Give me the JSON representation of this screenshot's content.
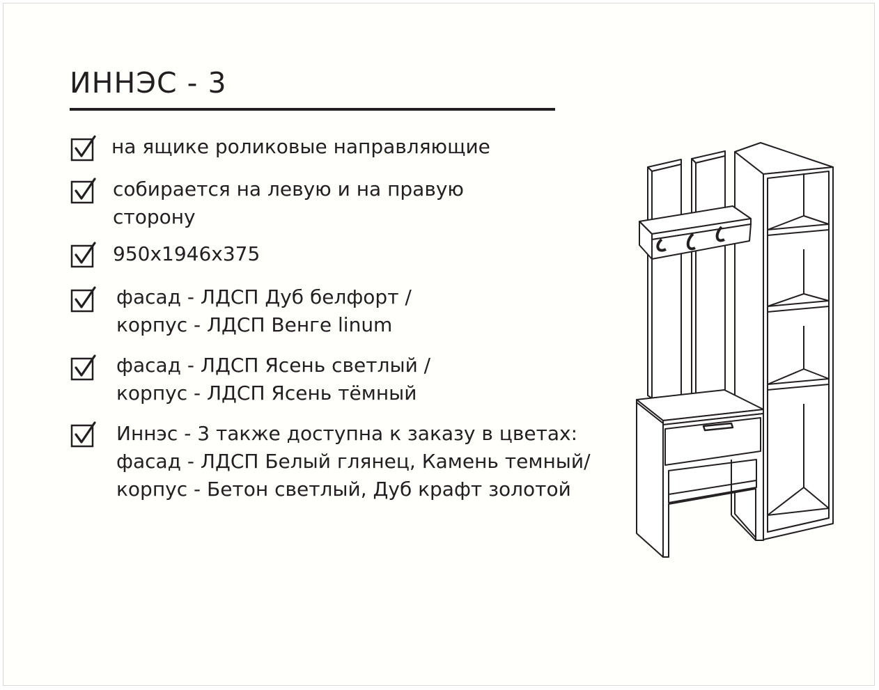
{
  "title": "ИННЭС - 3",
  "features": [
    {
      "lines": [
        "на ящике роликовые направляющие"
      ]
    },
    {
      "lines": [
        "собирается на левую и на правую",
        "сторону"
      ]
    },
    {
      "lines": [
        "950х1946х375"
      ]
    },
    {
      "lines": [
        "фасад - ЛДСП Дуб белфорт /",
        "корпус - ЛДСП Венге linum"
      ]
    },
    {
      "lines": [
        "фасад - ЛДСП Ясень светлый /",
        "корпус - ЛДСП Ясень тёмный"
      ]
    },
    {
      "lines": [
        "Иннэс - 3 также доступна к заказу в цветах:",
        "фасад - ЛДСП Белый глянец, Камень темный/",
        "корпус - Бетон светлый, Дуб крафт золотой"
      ]
    }
  ],
  "icons": {
    "check": "checkbox-checked-icon",
    "product": "hallway-furniture-illustration"
  },
  "colors": {
    "text": "#231f20",
    "card_background": "#fffffb",
    "card_border": "#d9d9d5"
  }
}
